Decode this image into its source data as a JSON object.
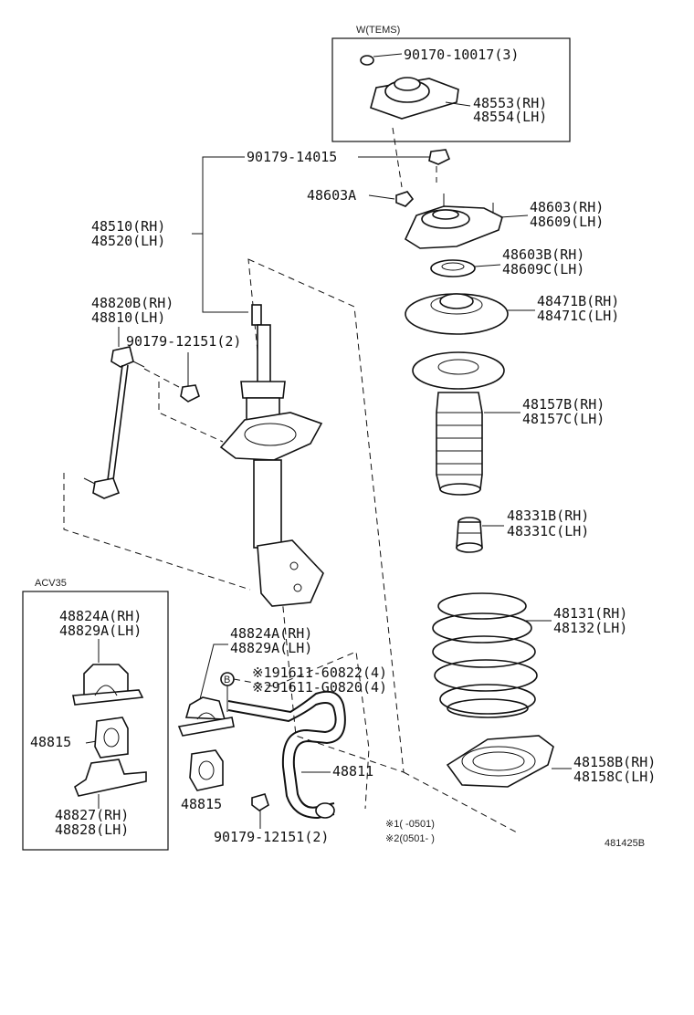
{
  "groups": {
    "w_tems": "W(TEMS)",
    "acv35": "ACV35"
  },
  "labels": {
    "p90170_10017": "90170-10017(3)",
    "p48553": "48553(RH)",
    "p48554": "48554(LH)",
    "p90179_14015": "90179-14015",
    "p48603a": "48603A",
    "p48603": "48603(RH)",
    "p48609": "48609(LH)",
    "p48510": "48510(RH)",
    "p48520": "48520(LH)",
    "p48603b": "48603B(RH)",
    "p48609c": "48609C(LH)",
    "p48820b": "48820B(RH)",
    "p48810": "48810(LH)",
    "p48471b": "48471B(RH)",
    "p48471c": "48471C(LH)",
    "p90179_12151_top": "90179-12151(2)",
    "p48157b": "48157B(RH)",
    "p48157c": "48157C(LH)",
    "p48331b": "48331B(RH)",
    "p48331c": "48331C(LH)",
    "p48131": "48131(RH)",
    "p48132": "48132(LH)",
    "p48824a_box": "48824A(RH)",
    "p48829a_box": "48829A(LH)",
    "p48824a": "48824A(RH)",
    "p48829a": "48829A(LH)",
    "p91611_60822": "※191611-60822(4)",
    "p91611_g0820": "※291611-G0820(4)",
    "b_marker": "B",
    "p48815_box": "48815",
    "p48811": "48811",
    "p48158b": "48158B(RH)",
    "p48158c": "48158C(LH)",
    "p48827": "48827(RH)",
    "p48828": "48828(LH)",
    "p48815": "48815",
    "p90179_12151_bottom": "90179-12151(2)",
    "note1": "※1(          -0501)",
    "note2": "※2(0501-          )",
    "figure_code": "481425B"
  }
}
